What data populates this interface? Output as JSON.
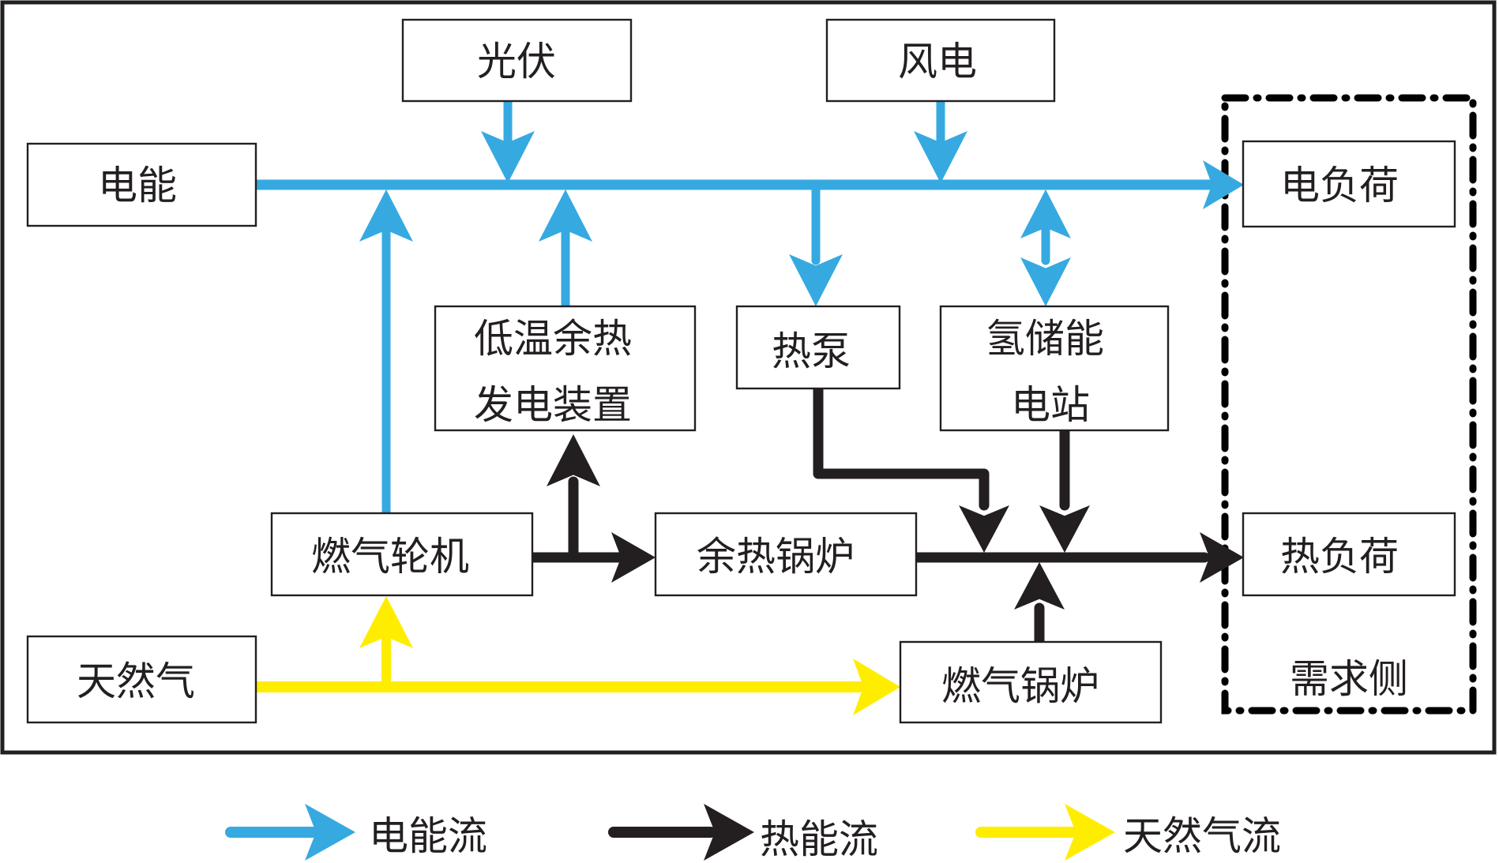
{
  "colors": {
    "electric": "#36a9e1",
    "heat": "#231f20",
    "gas": "#ffed00",
    "frame": "#231f20"
  },
  "nodes": {
    "pv": "光伏",
    "wind": "风电",
    "grid_power": "电能",
    "electric_load": "电负荷",
    "orc": [
      "低温余热",
      "发电装置"
    ],
    "heat_pump": "热泵",
    "hydrogen": [
      "氢储能",
      "电站"
    ],
    "gas_turbine": "燃气轮机",
    "waste_heat_boiler": "余热锅炉",
    "heat_load": "热负荷",
    "natural_gas": "天然气",
    "gas_boiler": "燃气锅炉"
  },
  "demand_side_label": "需求侧",
  "legend": [
    {
      "label": "电能流",
      "flow": "electric"
    },
    {
      "label": "热能流",
      "flow": "heat"
    },
    {
      "label": "天然气流",
      "flow": "gas"
    }
  ]
}
